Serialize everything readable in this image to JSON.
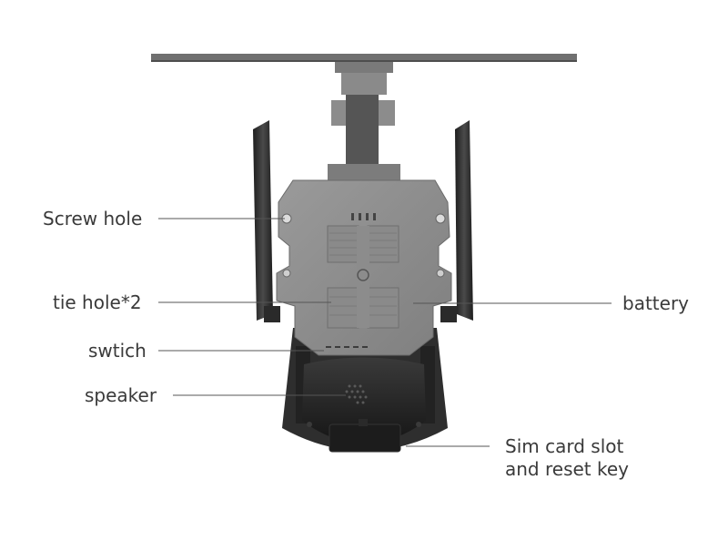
{
  "diagram": {
    "labels": {
      "screw_hole": "Screw hole",
      "tie_hole": "tie hole*2",
      "switch": "swtich",
      "speaker": "speaker",
      "battery": "battery",
      "sim_line1": "Sim card slot",
      "sim_line2": "and reset key"
    },
    "colors": {
      "text": "#3a3a3a",
      "leader_line": "#555555",
      "housing_grey": "#8e8e8e",
      "housing_dark": "#2b2b2b",
      "antenna": "#303030",
      "solar_panel": "#6f6f6f"
    }
  }
}
